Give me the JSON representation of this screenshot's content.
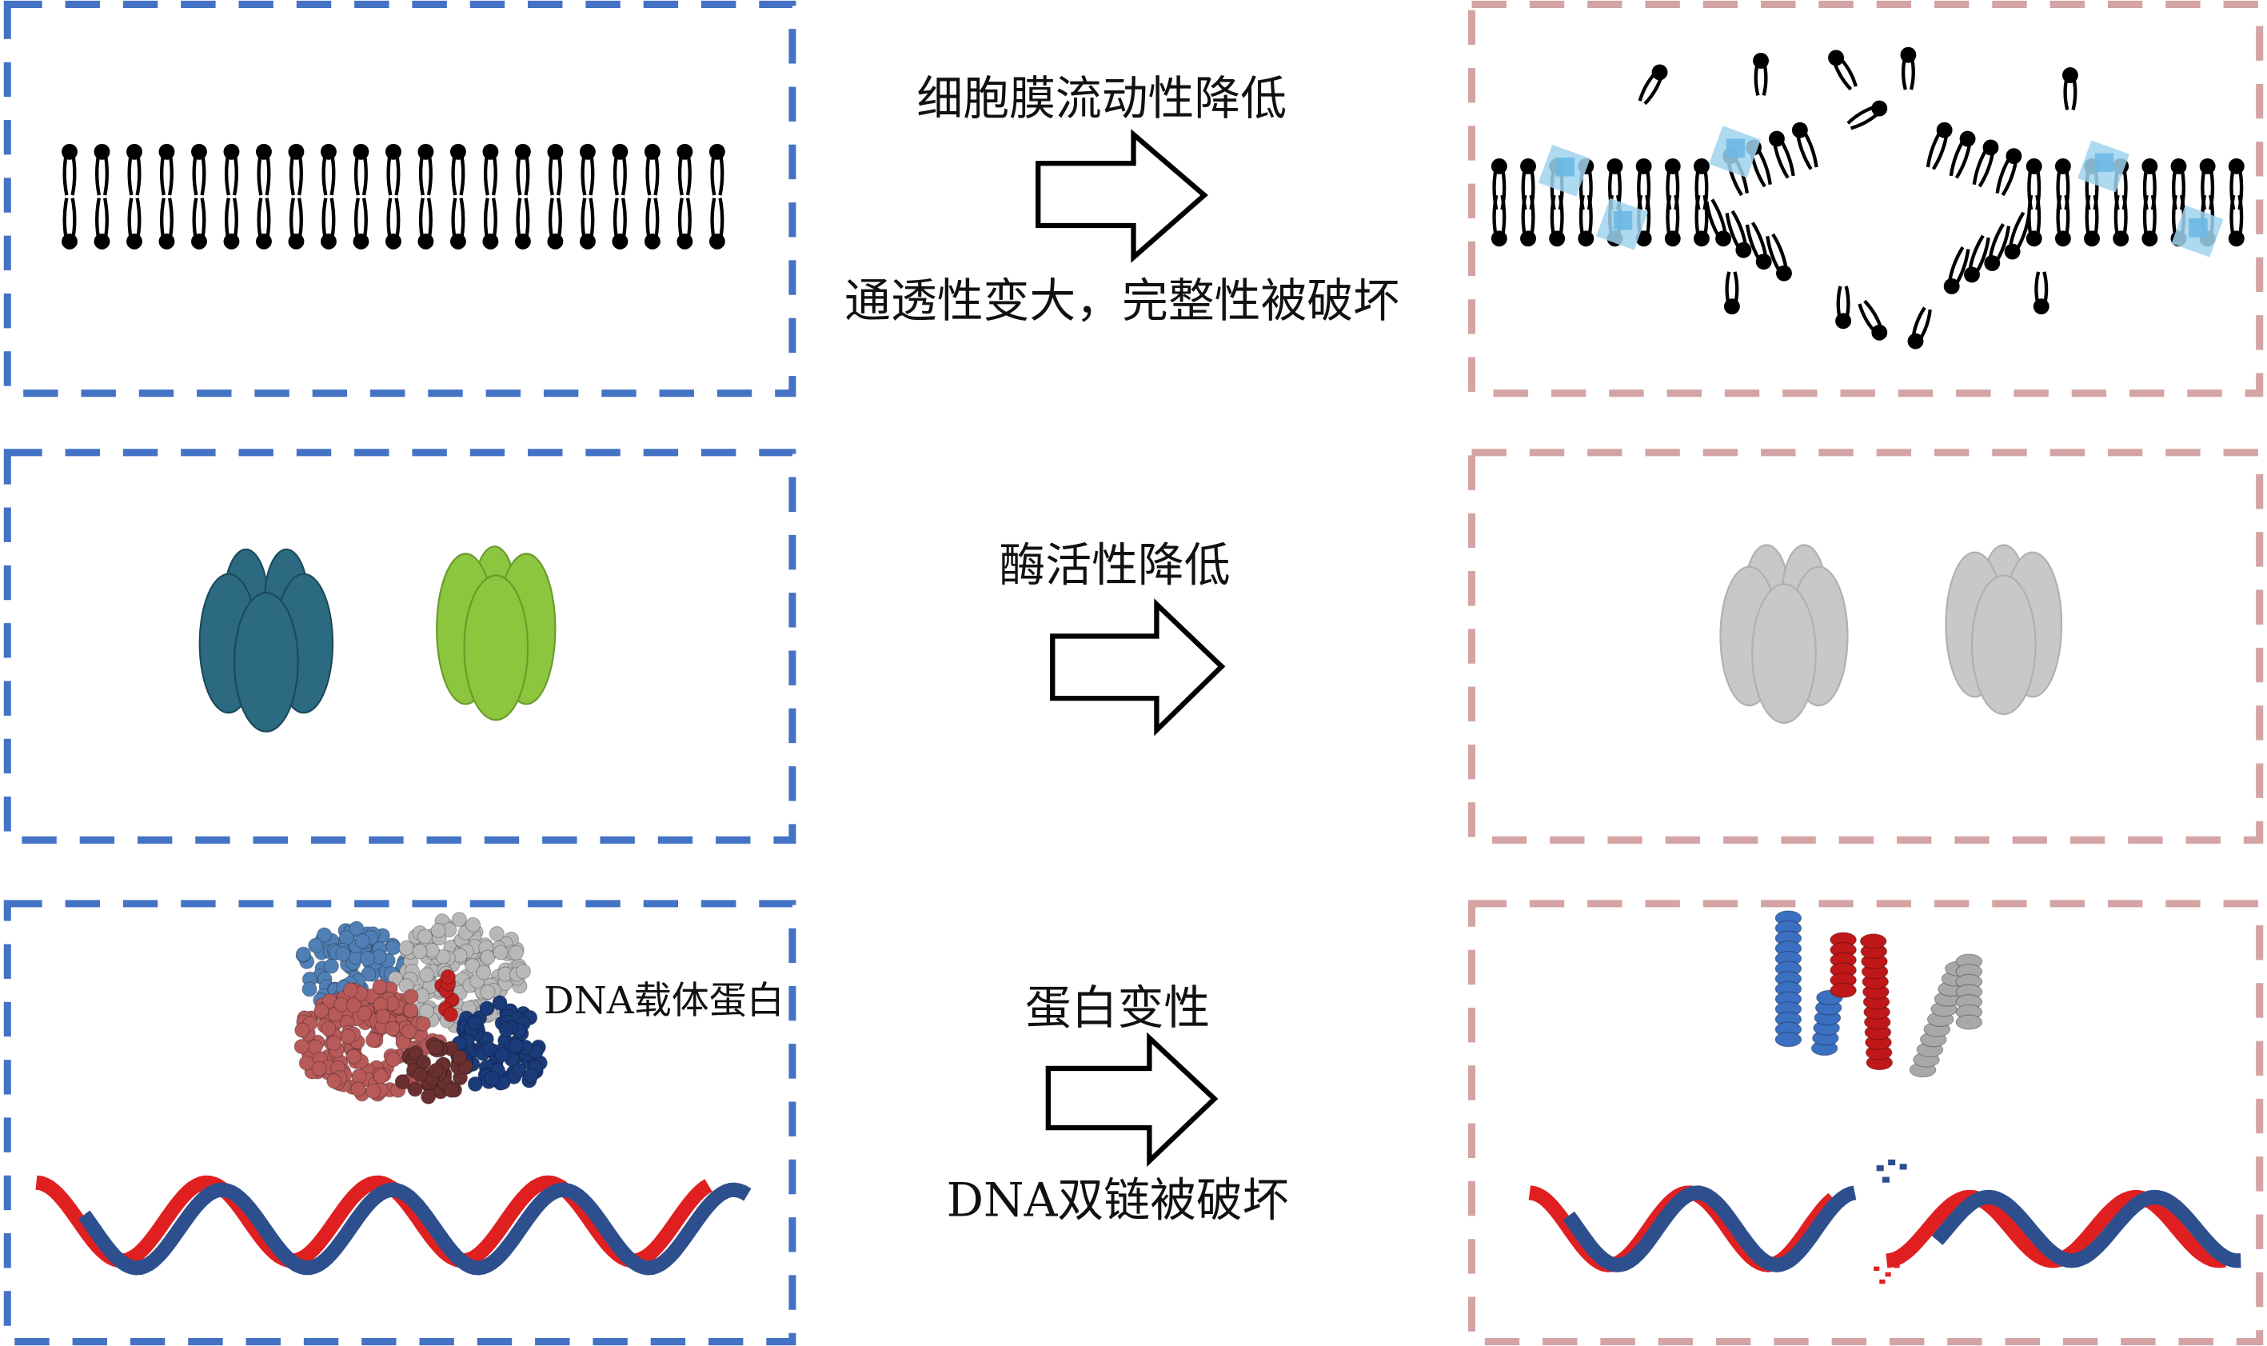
{
  "rows": [
    {
      "name": "membrane",
      "label_top": "细胞膜流动性降低",
      "label_bottom": "通透性变大，完整性被破坏"
    },
    {
      "name": "enzyme",
      "label_top": "酶活性降低"
    },
    {
      "name": "dna",
      "label_top": "蛋白变性",
      "label_bottom": "DNA双链被破坏",
      "protein_label": "DNA载体蛋白"
    }
  ],
  "colors": {
    "before_border": "#4472c4",
    "after_border": "#d4a3a3",
    "enzyme_teal": "#2b6a80",
    "enzyme_green": "#8cc63f",
    "enzyme_inactive": "#c8c8c8",
    "dna_red": "#e02020",
    "dna_blue": "#2d4f8e",
    "ice": "#9fd3ee"
  }
}
